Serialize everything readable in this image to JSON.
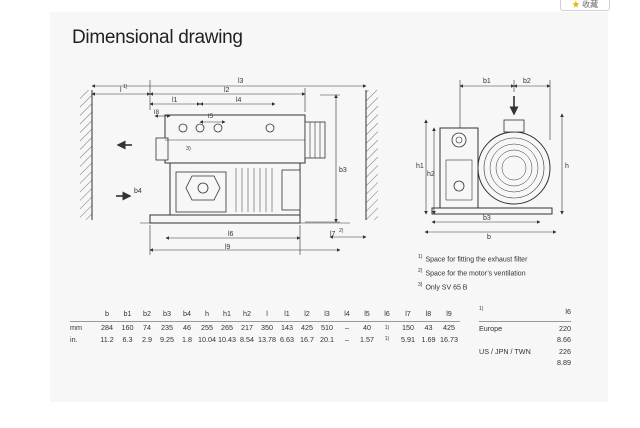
{
  "favorite": {
    "label": "收藏"
  },
  "title": "Dimensional drawing",
  "labels": {
    "l1": "l1",
    "l2": "l2",
    "l3": "l3",
    "l4": "l4",
    "l5": "l5",
    "l6": "l6",
    "l7": "l7",
    "l8": "l8",
    "l9": "l9",
    "l": "l",
    "b": "b",
    "b1": "b1",
    "b2": "b2",
    "b3": "b3",
    "b4": "b4",
    "h": "h",
    "h1": "h1",
    "h2": "h2",
    "ref1": "1)",
    "ref2": "2)",
    "ref3": "3)"
  },
  "footnotes": [
    {
      "mark": "1)",
      "text": "Space for fitting the exhaust filter"
    },
    {
      "mark": "2)",
      "text": "Space for the motor’s ventilation"
    },
    {
      "mark": "3)",
      "text": "Only SV 65 B"
    }
  ],
  "table": {
    "headers": [
      "b",
      "b1",
      "b2",
      "b3",
      "b4",
      "h",
      "h1",
      "h2",
      "l",
      "l1",
      "l2",
      "l3",
      "l4",
      "l5",
      "l6",
      "l7",
      "l8",
      "l9"
    ],
    "rows": [
      {
        "unit": "mm",
        "values": [
          "284",
          "160",
          "74",
          "235",
          "46",
          "255",
          "265",
          "217",
          "350",
          "143",
          "425",
          "510",
          "–",
          "40",
          "1)",
          "150",
          "43",
          "425"
        ]
      },
      {
        "unit": "in.",
        "values": [
          "11.2",
          "6.3",
          "2.9",
          "9.25",
          "1.8",
          "10.04",
          "10.43",
          "8.54",
          "13.78",
          "6.63",
          "16.7",
          "20.1",
          "–",
          "1.57",
          "1)",
          "5.91",
          "1.69",
          "16.73"
        ]
      }
    ]
  },
  "side_table": {
    "mark": "1)",
    "header": "l6",
    "rows": [
      {
        "region": "Europe",
        "mm": "220",
        "in": "8.66"
      },
      {
        "region": "US / JPN / TWN",
        "mm": "226",
        "in": "8.89"
      }
    ]
  }
}
